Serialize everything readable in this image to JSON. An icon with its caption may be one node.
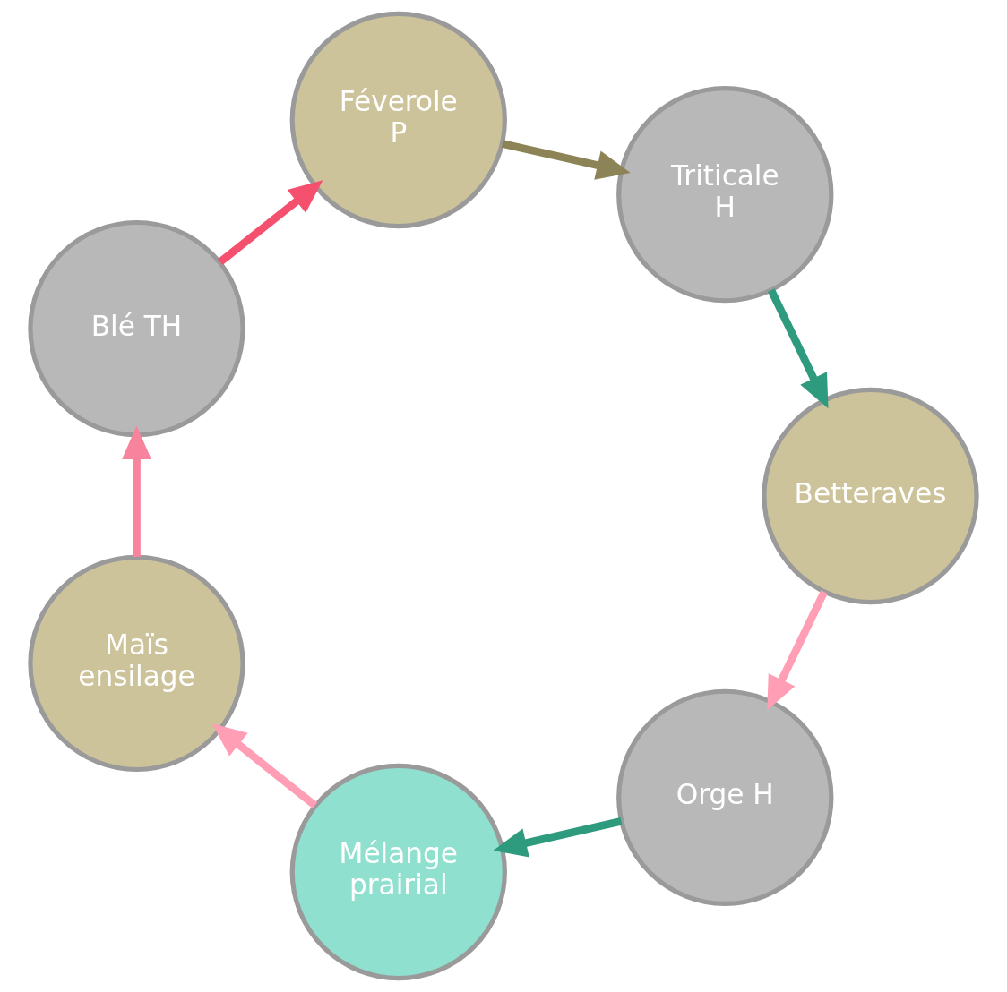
{
  "diagram": {
    "nodes": [
      {
        "text": [
          "Orge H"
        ]
      },
      {
        "text": [
          "Mélange prairial"
        ]
      },
      {
        "text": [
          "Maïs ensilage"
        ]
      },
      {
        "text": [
          "Blé TH"
        ]
      },
      {
        "text": [
          "Féverole P"
        ]
      },
      {
        "text": [
          "Triticale H"
        ]
      },
      {
        "text": [
          "Betteraves"
        ]
      }
    ],
    "edges": [
      {
        "from": 0,
        "to": 1,
        "arrow": "to",
        "color": "#2e9a7e"
      },
      {
        "from": 1,
        "to": 2,
        "arrow": "to",
        "color": "#ff9eb5"
      },
      {
        "from": 2,
        "to": 3,
        "arrow": "to",
        "color": "#f7839c"
      },
      {
        "from": 3,
        "to": 4,
        "arrow": "to",
        "color": "#f5506e"
      },
      {
        "from": 4,
        "to": 5,
        "arrow": "to",
        "color": "#8c8456"
      },
      {
        "from": 5,
        "to": 6,
        "arrow": "to",
        "color": "#2e9a7e"
      },
      {
        "from": 6,
        "to": 0,
        "arrow": "to",
        "color": "#ff9eb5"
      }
    ]
  }
}
